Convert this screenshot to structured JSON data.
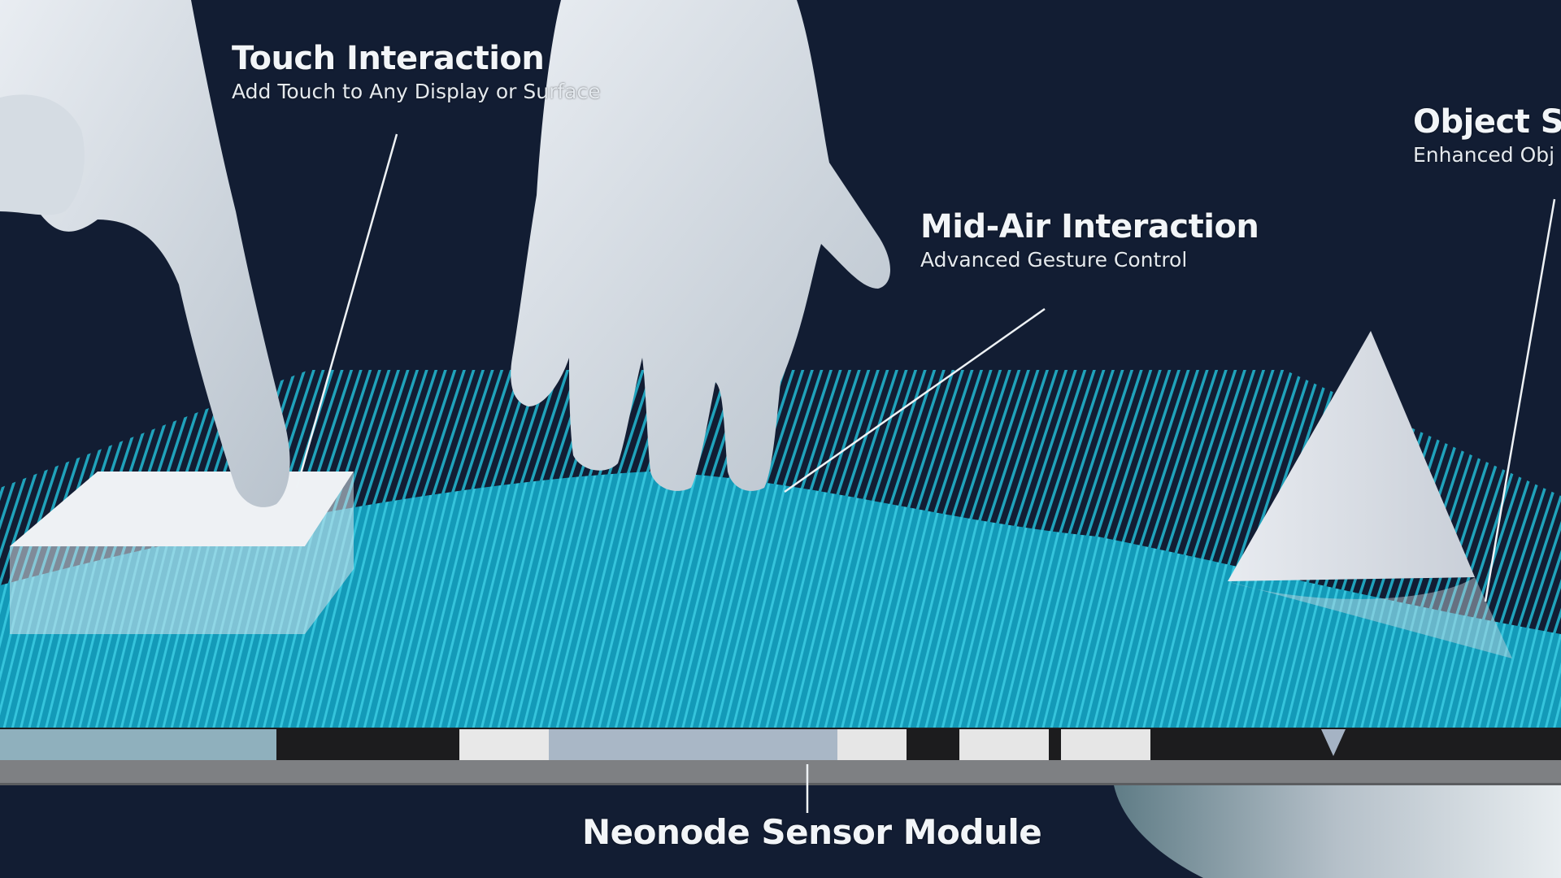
{
  "colors": {
    "background": "#121d33",
    "beam_cyan": "#1fb3cc",
    "surface_cyan": "#15a2bf",
    "object_white": "#d9dee6",
    "sensor_gray": "#7d7f82",
    "text": "#f2f5f8"
  },
  "labels": {
    "touch": {
      "title": "Touch Interaction",
      "subtitle": "Add Touch to Any Display or Surface"
    },
    "midair": {
      "title": "Mid-Air Interaction",
      "subtitle": "Advanced Gesture Control"
    },
    "object": {
      "title": "Object S",
      "subtitle": "Enhanced Obj"
    },
    "sensor": {
      "title": "Neonode Sensor Module"
    }
  },
  "illustration": {
    "elements": [
      "pointing-hand",
      "open-hand",
      "touch-block",
      "cone-object",
      "light-grid",
      "sensor-bar"
    ]
  }
}
